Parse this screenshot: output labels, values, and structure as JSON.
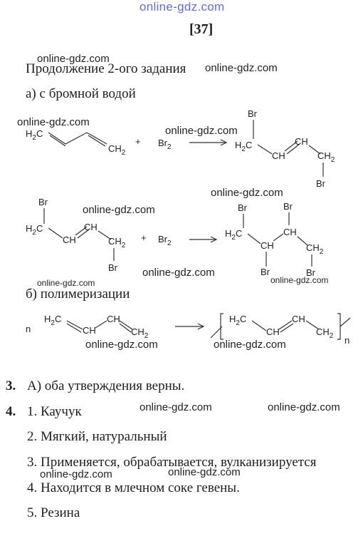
{
  "header": {
    "site": "online-gdz.com",
    "page_number": "[37]"
  },
  "watermark": "online-gdz.com",
  "section": {
    "continuation": "Продолжение 2-ого задания",
    "part_a": "а) с бромной водой",
    "part_b": "б) полимеризации"
  },
  "chem": {
    "h2c": "H",
    "sub2": "2",
    "c": "C",
    "ch": "CH",
    "ch2": "CH",
    "br": "Br",
    "plus": "+",
    "n": "n"
  },
  "answers": {
    "q3_num": "3.",
    "q3_text": "А) оба утверждения верны.",
    "q4_num": "4.",
    "q4_items": [
      "1. Каучук",
      "2. Мягкий, натуральный",
      "3. Применяется, обрабатывается, вулканизируется",
      "4. Находится в млечном соке гевены.",
      "5. Резина"
    ]
  }
}
